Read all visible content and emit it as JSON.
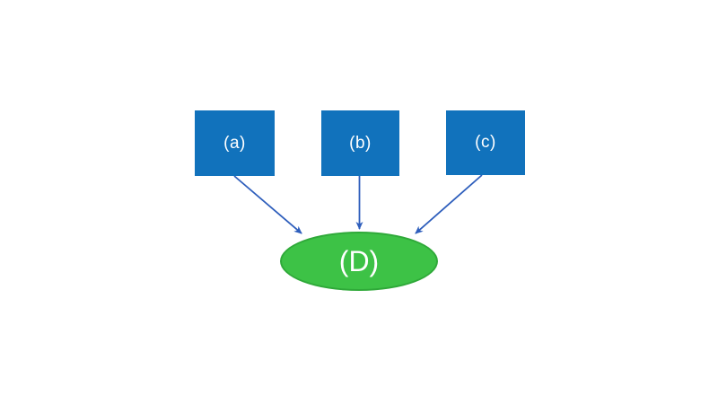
{
  "diagram": {
    "nodes": [
      {
        "id": "a",
        "label": "(a)",
        "shape": "rectangle"
      },
      {
        "id": "b",
        "label": "(b)",
        "shape": "rectangle"
      },
      {
        "id": "c",
        "label": "(c)",
        "shape": "rectangle"
      },
      {
        "id": "d",
        "label": "(D)",
        "shape": "ellipse"
      }
    ],
    "edges": [
      {
        "from": "a",
        "to": "d"
      },
      {
        "from": "b",
        "to": "d"
      },
      {
        "from": "c",
        "to": "d"
      }
    ],
    "colors": {
      "canvas_bg": "#ffffff",
      "box_fill": "#1172bc",
      "ellipse_fill": "#3dc246",
      "ellipse_stroke": "#2fa939",
      "arrow": "#2e5ebc",
      "node_text": "#ffffff"
    }
  }
}
